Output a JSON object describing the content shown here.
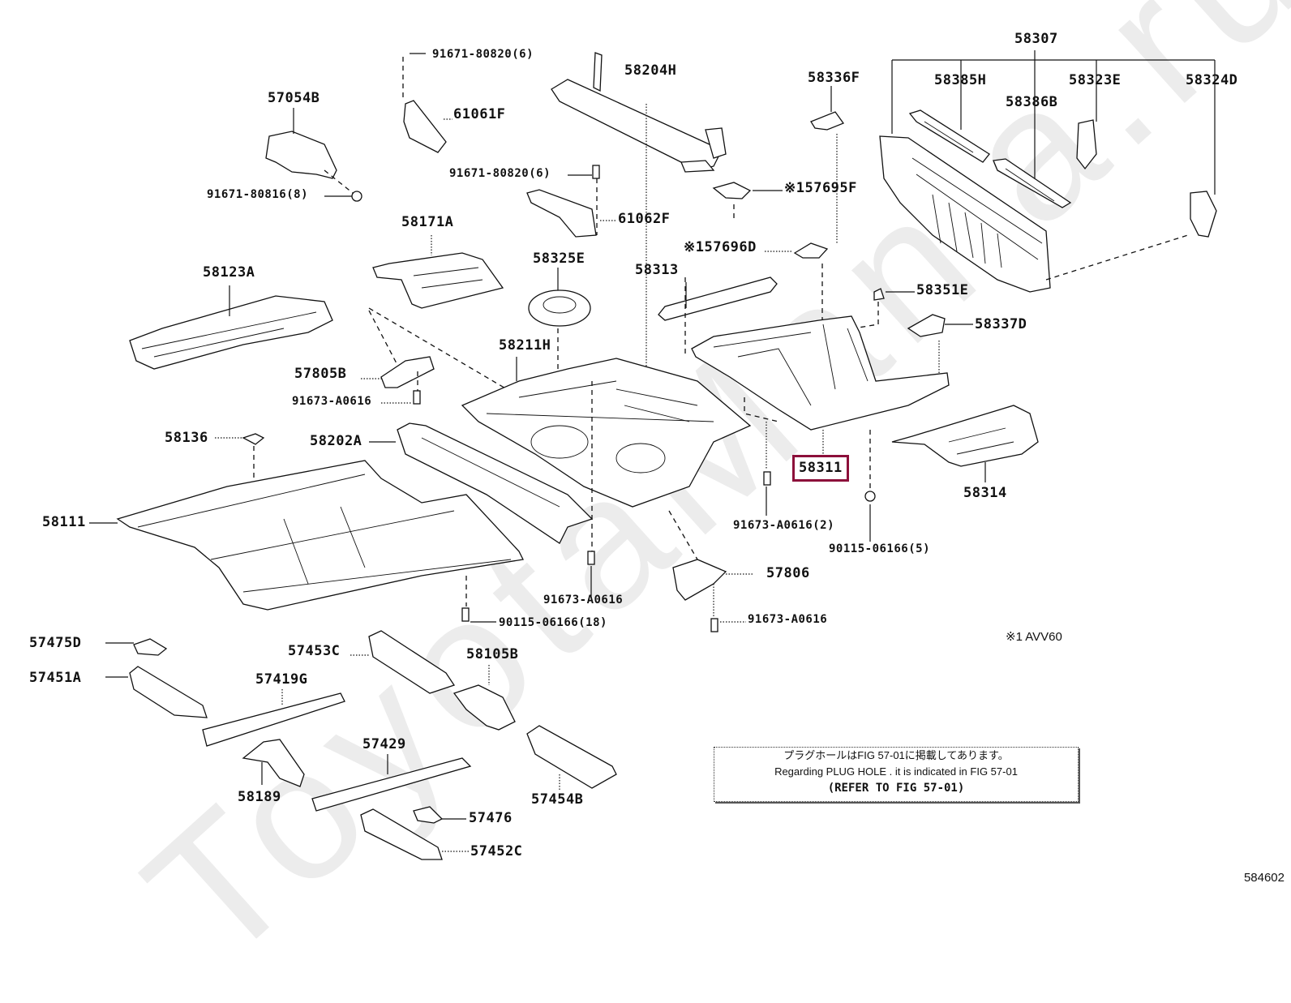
{
  "diagram": {
    "title": "Floor pan & lower back panel parts diagram",
    "figure_number": "584602",
    "highlight_color": "#8c0f3a",
    "watermark": "ToyotaMania.ru",
    "footnote": "※1 AVV60",
    "note_box": {
      "line_jp": "プラグホールはFIG 57-01に掲載してあります。",
      "line_en": "Regarding PLUG HOLE . it is indicated in FIG 57-01",
      "line_ref": "(REFER TO FIG 57-01)"
    },
    "assembly_58307": {
      "label": "58307",
      "children": [
        "58385H",
        "58386B",
        "58323E",
        "58324D"
      ]
    },
    "parts": {
      "p91671_80820_a": "91671-80820(6)",
      "p61061F": "61061F",
      "p57054B": "57054B",
      "p91671_80816": "91671-80816(8)",
      "p58204H": "58204H",
      "p91671_80820_b": "91671-80820(6)",
      "p61062F": "61062F",
      "p58336F": "58336F",
      "p157695F": "※157695F",
      "p157696D": "※157696D",
      "p58307": "58307",
      "p58385H": "58385H",
      "p58386B": "58386B",
      "p58323E": "58323E",
      "p58324D": "58324D",
      "p58171A": "58171A",
      "p58123A": "58123A",
      "p58325E": "58325E",
      "p58313": "58313",
      "p58351E": "58351E",
      "p58337D": "58337D",
      "p57805B": "57805B",
      "p91673_A0616_a": "91673-A0616",
      "p58211H": "58211H",
      "p58136": "58136",
      "p58202A": "58202A",
      "p58311": "58311",
      "p58314": "58314",
      "p58111": "58111",
      "p91673_A0616_2": "91673-A0616(2)",
      "p90115_06166_5": "90115-06166(5)",
      "p57806": "57806",
      "p91673_A0616_b": "91673-A0616",
      "p90115_06166_18": "90115-06166(18)",
      "p91673_A0616_c": "91673-A0616",
      "p57475D": "57475D",
      "p57453C": "57453C",
      "p58105B": "58105B",
      "p57451A": "57451A",
      "p57419G": "57419G",
      "p57429": "57429",
      "p58189": "58189",
      "p57454B": "57454B",
      "p57476": "57476",
      "p57452C": "57452C"
    },
    "selected_part": "58311"
  }
}
